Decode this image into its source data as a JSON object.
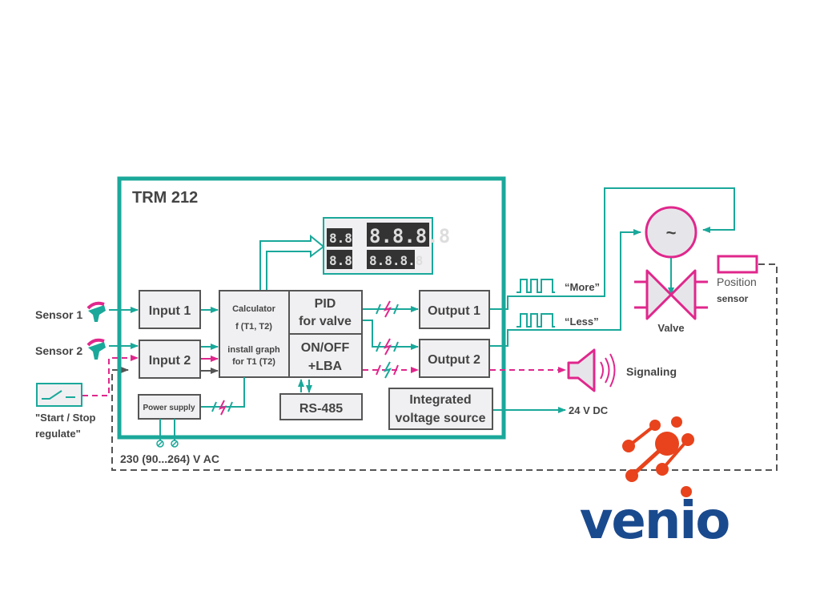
{
  "device": {
    "title": "TRM 212"
  },
  "display": {
    "small_top": "8.8",
    "large_top": "8.8.8.8",
    "small_bottom": "8.8",
    "large_bottom": "8.8.8.8"
  },
  "inputs": {
    "sensor1_label": "Sensor 1",
    "sensor2_label": "Sensor 2",
    "input1": "Input 1",
    "input2": "Input 2",
    "switch_label_line1": "\"Start / Stop",
    "switch_label_line2": "regulate\""
  },
  "blocks": {
    "calculator_line1": "Calculator",
    "calculator_line2": "f (T1, T2)",
    "calculator_line3": "install graph",
    "calculator_line4": "for T1 (T2)",
    "pid_line1": "PID",
    "pid_line2": "for valve",
    "onoff_line1": "ON/OFF",
    "onoff_line2": "+LBA",
    "rs485": "RS-485",
    "power_supply": "Power supply",
    "output1": "Output 1",
    "output2": "Output 2",
    "ivs_line1": "Integrated",
    "ivs_line2": "voltage source"
  },
  "power": {
    "label": "230 (90...264) V AC"
  },
  "outputs": {
    "more_label": "“More”",
    "less_label": "“Less”",
    "motor_symbol": "~",
    "valve_label": "Valve",
    "position_sensor_line1": "Position",
    "position_sensor_line2": "sensor",
    "signaling_label": "Signaling",
    "dc_label": "24 V DC"
  },
  "logo": {
    "text": "venio"
  },
  "colors": {
    "teal": "#1aa89a",
    "magenta": "#e0278c",
    "gray": "#555555",
    "logo_orange": "#e8431c",
    "logo_blue": "#1a4a8e"
  }
}
